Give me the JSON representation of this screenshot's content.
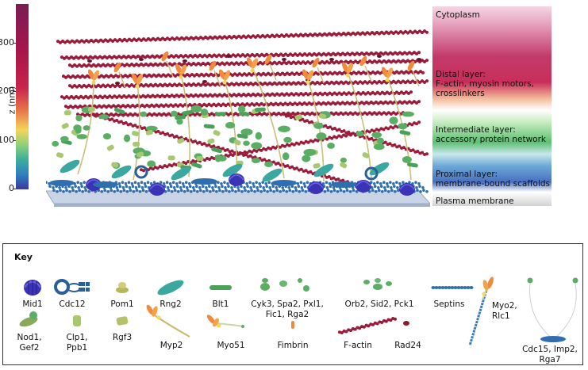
{
  "axis": {
    "label": "z (nm)",
    "ticks": [
      "300",
      "200",
      "100",
      "0"
    ]
  },
  "layers": [
    {
      "id": "cytoplasm",
      "lines": [
        "Cytoplasm"
      ]
    },
    {
      "id": "distal",
      "lines": [
        "Distal layer:",
        "F-actin, myosin motors,",
        "crosslinkers"
      ]
    },
    {
      "id": "intermediate",
      "lines": [
        "Intermediate layer:",
        "accessory protein network"
      ]
    },
    {
      "id": "proximal",
      "lines": [
        "Proximal layer:",
        "membrane-bound scaffolds"
      ]
    },
    {
      "id": "membrane",
      "lines": [
        "Plasma membrane"
      ]
    }
  ],
  "colors": {
    "factin": "#9b1b3a",
    "myosin_head": "#f08a3c",
    "scaffold": "#2f6fb0",
    "mid1": "#3a33b5",
    "green_protein": "#5aae64",
    "pale_green": "#a8c870",
    "rng2": "#3aa8a0",
    "membrane": "#c9d4e6"
  },
  "key": {
    "title": "Key",
    "items": [
      {
        "id": "mid1",
        "icon": "mid1-icon",
        "lines": [
          "Mid1"
        ]
      },
      {
        "id": "cdc12",
        "icon": "cdc12-icon",
        "lines": [
          "Cdc12"
        ]
      },
      {
        "id": "pom1",
        "icon": "pom1-icon",
        "lines": [
          "Pom1"
        ]
      },
      {
        "id": "rng2",
        "icon": "rng2-icon",
        "lines": [
          "Rng2"
        ]
      },
      {
        "id": "blt1",
        "icon": "blt1-icon",
        "lines": [
          "Blt1"
        ]
      },
      {
        "id": "cyk3",
        "icon": "cyk3-group-icon",
        "lines": [
          "Cyk3, Spa2, Pxl1,",
          "Fic1, Rga2"
        ]
      },
      {
        "id": "orb2",
        "icon": "orb2-group-icon",
        "lines": [
          "Orb2, Sid2, Pck1"
        ]
      },
      {
        "id": "septins",
        "icon": "septins-icon",
        "lines": [
          "Septins"
        ]
      },
      {
        "id": "myo2",
        "icon": "myo2-icon",
        "lines": [
          "Myo2,",
          "Rlc1"
        ]
      },
      {
        "id": "cdc15",
        "icon": "cdc15-group-icon",
        "lines": [
          "Cdc15, Imp2,",
          "Rga7"
        ]
      },
      {
        "id": "nod1",
        "icon": "nod1-icon",
        "lines": [
          "Nod1,",
          "Gef2"
        ]
      },
      {
        "id": "clp1",
        "icon": "clp1-icon",
        "lines": [
          "Clp1,",
          "Ppb1"
        ]
      },
      {
        "id": "rgf3",
        "icon": "rgf3-icon",
        "lines": [
          "Rgf3"
        ]
      },
      {
        "id": "myp2",
        "icon": "myp2-icon",
        "lines": [
          "Myp2"
        ]
      },
      {
        "id": "myo51",
        "icon": "myo51-icon",
        "lines": [
          "Myo51"
        ]
      },
      {
        "id": "fimbrin",
        "icon": "fimbrin-icon",
        "lines": [
          "Fimbrin"
        ]
      },
      {
        "id": "factin",
        "icon": "factin-icon",
        "lines": [
          "F-actin"
        ]
      },
      {
        "id": "rad24",
        "icon": "rad24-icon",
        "lines": [
          "Rad24"
        ]
      }
    ]
  }
}
